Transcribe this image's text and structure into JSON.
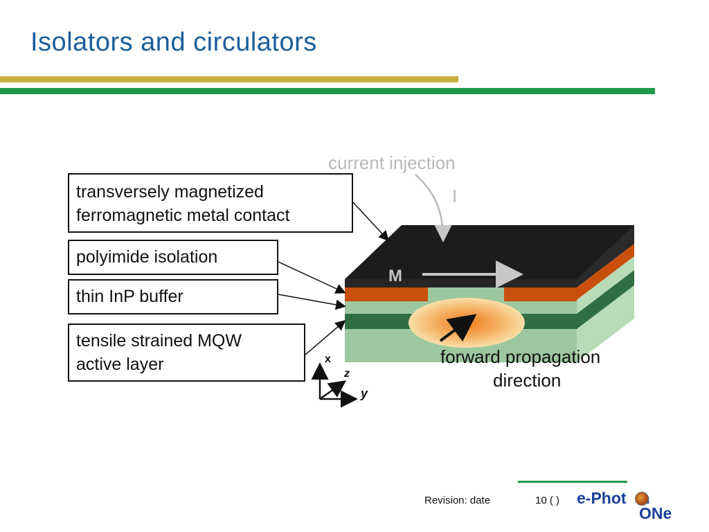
{
  "slide": {
    "title": "Isolators and circulators"
  },
  "labels": {
    "contact": [
      "transversely  magnetized",
      "ferromagnetic metal contact"
    ],
    "polyimide": "polyimide isolation",
    "buffer": "thin InP buffer",
    "mqw": [
      "tensile strained MQW",
      "active layer"
    ],
    "current_injection": "current injection",
    "current_symbol": "I",
    "magnetization_symbol": "M",
    "forward_propagation": [
      "forward propagation",
      "direction"
    ],
    "axes": {
      "x": "x",
      "y": "y",
      "z": "z"
    }
  },
  "footer": {
    "revision": "Revision: date",
    "page": "10 (   )",
    "logo_line1": "e-Phot",
    "logo_line1_end": "n",
    "logo_line2": "ONe"
  },
  "colors": {
    "title": "#1a5f9a",
    "gold_bar": "#c8b23e",
    "green_bar": "#1f9a4a",
    "metal_contact": "#1c1c1c",
    "polyimide": "#c8500c",
    "inp_light": "#9dc79f",
    "mqw_dark": "#2f6e43",
    "mode_orange": "#f29a3c"
  }
}
